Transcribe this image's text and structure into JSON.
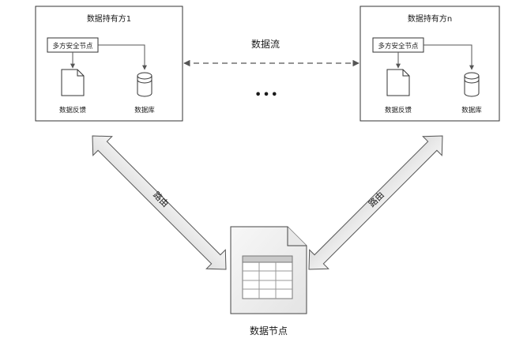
{
  "owner_left": {
    "title": "数据持有方1",
    "secure_node": "多方安全节点",
    "doc_label": "数据反馈",
    "db_label": "数据库"
  },
  "owner_right": {
    "title": "数据持有方n",
    "secure_node": "多方安全节点",
    "doc_label": "数据反馈",
    "db_label": "数据库"
  },
  "data_flow_label": "数据流",
  "ellipsis": "•••",
  "route_left": "路由",
  "route_right": "路由",
  "data_node_label": "数据节点"
}
